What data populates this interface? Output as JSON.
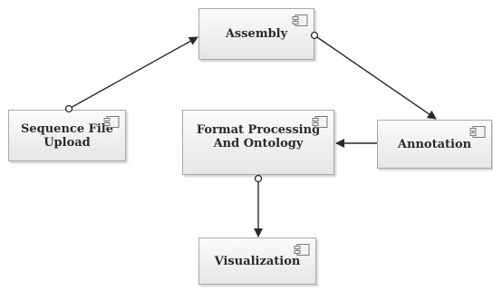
{
  "diagram": {
    "nodes": [
      {
        "id": "assembly",
        "label": "Assembly",
        "icon": "component-icon"
      },
      {
        "id": "upload",
        "label": "Sequence File\nUpload",
        "icon": "component-icon"
      },
      {
        "id": "format",
        "label": "Format Processing\nAnd Ontology",
        "icon": "component-icon"
      },
      {
        "id": "annotation",
        "label": "Annotation",
        "icon": "component-icon"
      },
      {
        "id": "visualization",
        "label": "Visualization",
        "icon": "component-icon"
      }
    ],
    "edges": [
      {
        "from": "upload",
        "to": "assembly"
      },
      {
        "from": "assembly",
        "to": "annotation"
      },
      {
        "from": "annotation",
        "to": "format"
      },
      {
        "from": "format",
        "to": "visualization"
      }
    ],
    "colors": {
      "line": "#2a2a2a",
      "border": "#a9a9a9",
      "fill": "#efefef"
    }
  }
}
